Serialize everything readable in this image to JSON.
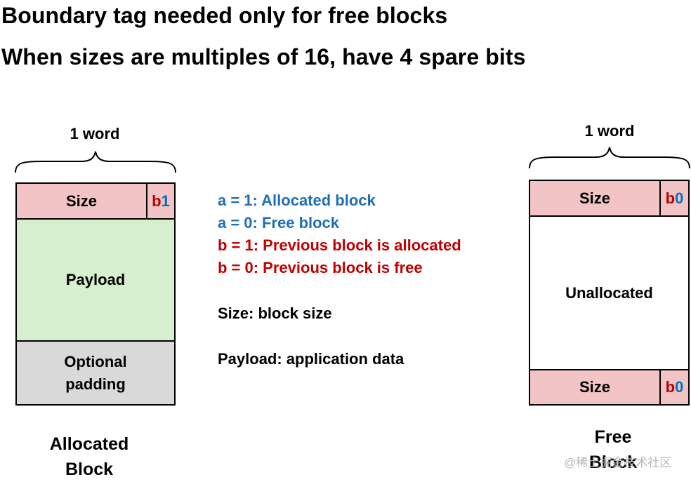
{
  "headings": [
    "Boundary tag needed only for free blocks",
    "When sizes are multiples of 16, have 4 spare bits"
  ],
  "allocated": {
    "word_label": "1 word",
    "size_label": "Size",
    "bit_letter": "b",
    "bit_value": "1",
    "payload_label": "Payload",
    "padding_line1": "Optional",
    "padding_line2": "padding",
    "caption_line1": "Allocated",
    "caption_line2": "Block"
  },
  "free": {
    "word_label": "1 word",
    "header_size_label": "Size",
    "header_bit_letter": "b",
    "header_bit_value": "0",
    "unallocated_label": "Unallocated",
    "footer_size_label": "Size",
    "footer_bit_letter": "b",
    "footer_bit_value": "0",
    "caption_line1": "Free",
    "caption_line2": "Block"
  },
  "legend": {
    "a1": "a = 1: Allocated block",
    "a0": "a = 0: Free block",
    "b1": "b = 1: Previous block is allocated",
    "b0": "b = 0: Previous block is free",
    "size": "Size: block size",
    "payload": "Payload: application data"
  },
  "watermark": "@稀土掘金技术社区",
  "colors": {
    "header_fill": "#f2c4c6",
    "payload_fill": "#d6f0cf",
    "padding_fill": "#d9d9d9",
    "flag_blue": "#1f6fb5",
    "flag_red": "#c00000"
  }
}
